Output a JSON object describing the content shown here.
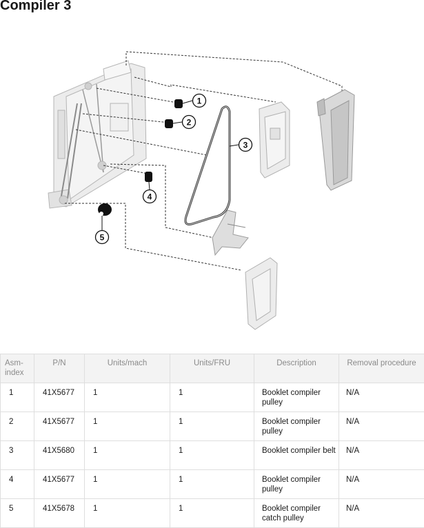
{
  "page": {
    "title": "Compiler 3"
  },
  "callouts": [
    "1",
    "2",
    "3",
    "4",
    "5"
  ],
  "table": {
    "headers": [
      "Asm-index",
      "P/N",
      "Units/mach",
      "Units/FRU",
      "Description",
      "Removal procedure"
    ],
    "rows": [
      {
        "asm_index": "1",
        "pn": "41X5677",
        "units_mach": "1",
        "units_fru": "1",
        "description": "Booklet compiler pulley",
        "removal": "N/A"
      },
      {
        "asm_index": "2",
        "pn": "41X5677",
        "units_mach": "1",
        "units_fru": "1",
        "description": "Booklet compiler pulley",
        "removal": "N/A"
      },
      {
        "asm_index": "3",
        "pn": "41X5680",
        "units_mach": "1",
        "units_fru": "1",
        "description": "Booklet compiler belt",
        "removal": "N/A"
      },
      {
        "asm_index": "4",
        "pn": "41X5677",
        "units_mach": "1",
        "units_fru": "1",
        "description": "Booklet compiler pulley",
        "removal": "N/A"
      },
      {
        "asm_index": "5",
        "pn": "41X5678",
        "units_mach": "1",
        "units_fru": "1",
        "description": "Booklet compiler catch pulley",
        "removal": "N/A"
      }
    ]
  }
}
